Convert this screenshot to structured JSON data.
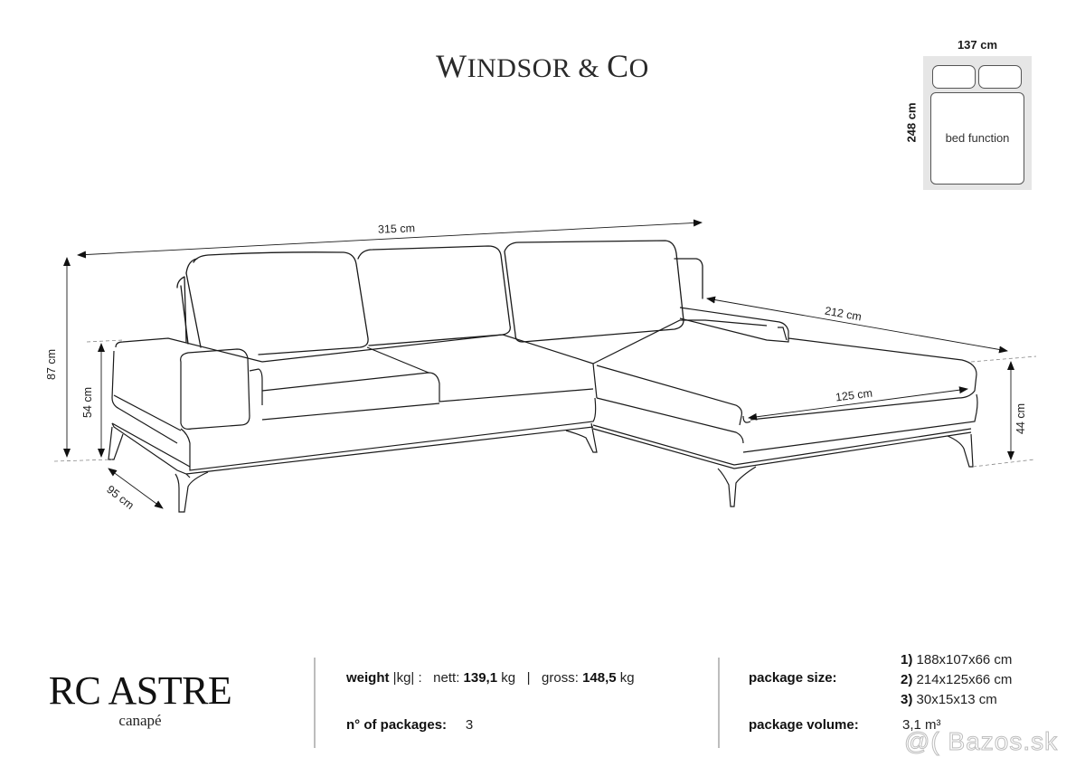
{
  "brand": {
    "logo_text_first": "W",
    "logo_text_rest": "INDSOR & ",
    "logo_text_co_first": "C",
    "logo_text_co_rest": "O"
  },
  "bed_function_inset": {
    "width_label": "137 cm",
    "height_label": "248 cm",
    "label": "bed function",
    "background_color": "#e6e6e6"
  },
  "dimensions": {
    "total_width": "315 cm",
    "chaise_length": "212 cm",
    "chaise_width": "125 cm",
    "total_height": "87 cm",
    "armrest_height": "54 cm",
    "seat_height": "44 cm",
    "depth": "95 cm"
  },
  "product": {
    "name": "RC ASTRE",
    "type": "canapé"
  },
  "specs": {
    "weight_label": "weight",
    "weight_unit": "|kg| :",
    "nett_label": "nett:",
    "nett_value": "139,1",
    "nett_unit": "kg",
    "separator": "|",
    "gross_label": "gross:",
    "gross_value": "148,5",
    "gross_unit": "kg",
    "packages_label": "n° of packages:",
    "packages_value": "3",
    "package_size_label": "package size:",
    "package_sizes": [
      {
        "num": "1)",
        "size": "188x107x66 cm"
      },
      {
        "num": "2)",
        "size": "214x125x66 cm"
      },
      {
        "num": "3)",
        "size": "30x15x13 cm"
      }
    ],
    "package_volume_label": "package volume:",
    "package_volume_value": "3,1 m³"
  },
  "watermark": "@( Bazos.sk"
}
